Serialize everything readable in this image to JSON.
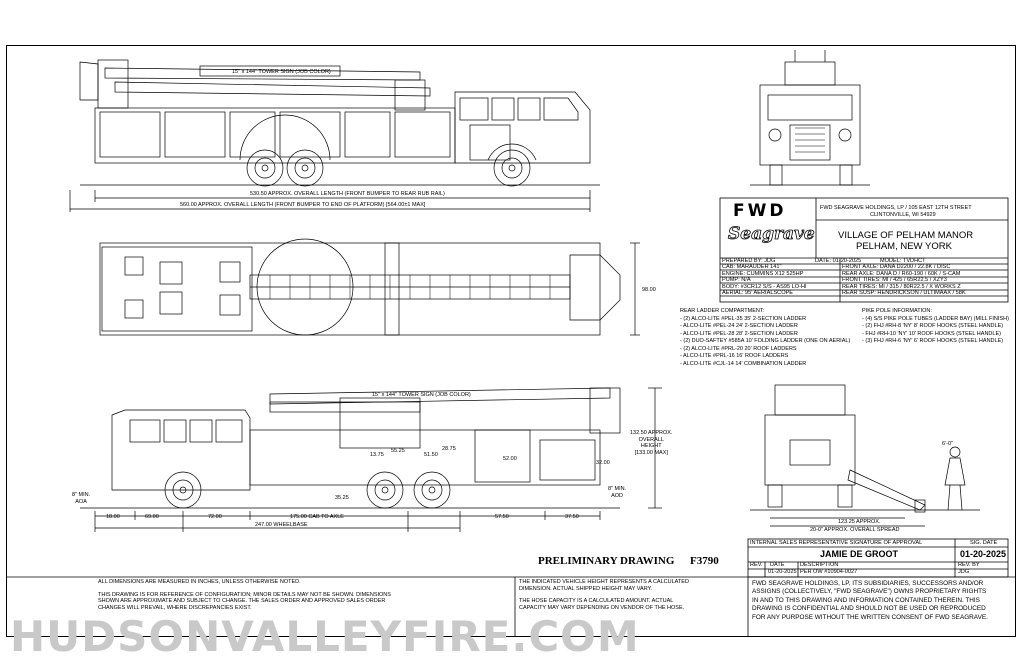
{
  "drawing": {
    "side_top": {
      "tower_sign": "15\" x 144\" TOWER SIGN (JOB COLOR)",
      "dim_1": "530.50 APPROX. OVERALL LENGTH (FRONT BUMPER TO REAR RUB RAIL)",
      "dim_2": "560.00 APPROX. OVERALL LENGTH (FRONT BUMPER TO END OF PLATFORM) [564.00±1 MAX]"
    },
    "plan": {
      "width": "98.00"
    },
    "side_bottom": {
      "tower_sign": "15\" x 144\" TOWER SIGN (JOB COLOR)",
      "height": [
        "132.50 APPROX.",
        "OVERALL",
        "HEIGHT",
        "[133.00 MAX]"
      ],
      "d_1375": "13.75",
      "d_5525": "55.25",
      "d_5150": "51.50",
      "d_2875": "28.75",
      "d_5200": "52.00",
      "d_3200": "32.00",
      "d_3525": "35.25",
      "aoa": [
        "8\" MIN.",
        "AOA"
      ],
      "aod": [
        "8\" MIN.",
        "AOD"
      ],
      "d_1800": "18.00",
      "d_6900": "69.00",
      "d_7200": "72.00",
      "d_cab": "175.00 CAB TO AXLE",
      "d_5750": "57.50",
      "d_3750": "37.50",
      "wheelbase": "247.00 WHEELBASE"
    },
    "rear_view": {
      "d_12325": "123.25 APPROX.",
      "spread": "20-0\" APPROX. OVERALL SPREAD",
      "note": "6'-0\""
    }
  },
  "title_block": {
    "logo_main": "FWD",
    "logo_script": "Seagrave",
    "company": [
      "FWD SEAGRAVE HOLDINGS, LP / 105 EAST 12TH STREET",
      "CLINTONVILLE, WI 54929"
    ],
    "customer": [
      "VILLAGE OF PELHAM MANOR",
      "PELHAM, NEW YORK"
    ],
    "rows": [
      [
        "PREPARED BY: JDG",
        "DATE: 01-20-2025",
        "MODEL: TVDHCT"
      ],
      [
        "CAB: MARAUDER 141\"",
        "FRONT AXLE: DANA D2200 / 22.8K / DISC"
      ],
      [
        "ENGINE: CUMMINS X12 525HP",
        "REAR AXLE: DANA D / R60-190 / 60K / S-CAM"
      ],
      [
        "PUMP: N/A",
        "FRONT TIRES: MI / 425 / 65R22.5 / XZY3"
      ],
      [
        "BODY: #3CR12 S/S - AS95 LO-HI",
        "REAR TIRES: MI / 315 / 80R22.5 / X WORKS Z"
      ],
      [
        "AERIAL: 95' AERIALSCOPE",
        "REAR SUSP: HENDRICKSON / ULTIMAAX / 58K"
      ]
    ]
  },
  "ladders": {
    "title": "REAR LADDER COMPARTMENT:",
    "items": [
      "- (2) ALCO-LITE #PEL-35 35' 2-SECTION LADDER",
      "- ALCO-LITE #PEL-24 24' 2-SECTION LADDER",
      "- ALCO-LITE #PEL-28 28' 2-SECTION LADDER",
      "- (2) DUO-SAFTEY #585A 10' FOLDING LADDER (ONE ON AERIAL)",
      "- (2) ALCO-LITE #PRL-20 20' ROOF LADDERS",
      "- ALCO-LITE #PRL-16 16' ROOF LADDERS",
      "- ALCO-LITE #CJL-14 14' COMBINATION LADDER"
    ]
  },
  "pike": {
    "title": "PIKE POLE INFORMATION:",
    "items": [
      "- (4) S/S PIKE POLE TUBES (LADDER BAY) (MILL FINISH)",
      "- (2) FHJ #RH-8 'NY' 8' ROOF HOOKS (STEEL HANDLE)",
      "- FHJ #RH-10 'NY' 10' ROOF HOOKS (STEEL HANDLE)",
      "- (3) FHJ #RH-6 'NY' 6' ROOF HOOKS (STEEL HANDLE)"
    ]
  },
  "approval": {
    "header_left": "INTERNAL SALES REPRESENTATIVE SIGNATURE OF APPROVAL",
    "header_right": "SIG. DATE",
    "name": "JAMIE DE GROOT",
    "sig_date": "01-20-2025",
    "rev_labels": [
      "REV.",
      "DATE",
      "DESCRIPTION",
      "REV. BY"
    ],
    "rev_row": [
      "",
      "01-20-2025",
      "PER OW #10904-0027",
      "JDG"
    ]
  },
  "preliminary": "PRELIMINARY DRAWING",
  "drawing_no": "F3790",
  "notes_left": [
    "ALL DIMENSIONS ARE MEASURED IN INCHES, UNLESS OTHERWISE NOTED.",
    "",
    "THIS DRAWING IS FOR REFERENCE OF CONFIGURATION; MINOR DETAILS MAY NOT BE SHOWN.  DIMENSIONS",
    "SHOWN ARE APPROXIMATE AND SUBJECT TO CHANGE.  THE SALES ORDER AND APPROVED SALES ORDER",
    "CHANGES WILL PREVAIL, WHERE DISCREPANCIES EXIST."
  ],
  "notes_mid": [
    "THE INDICATED VEHICLE HEIGHT REPRESENTS A CALCULATED",
    "DIMENSION.  ACTUAL SHIPPED HEIGHT MAY VARY.",
    "",
    "THE HOSE CAPACITY IS A CALCULATED AMOUNT.  ACTUAL",
    "CAPACITY MAY VARY DEPENDING ON  VENDOR OF THE HOSE."
  ],
  "proprietary": [
    "FWD SEAGRAVE HOLDINGS, LP, ITS SUBSIDIARIES, SUCCESSORS AND/OR",
    "ASSIGNS (COLLECTIVELY, \"FWD SEAGRAVE\") OWNS PROPRIETARY RIGHTS",
    "IN AND TO THIS DRAWING AND INFORMATION CONTAINED THEREIN. THIS",
    "DRAWING IS CONFIDENTIAL AND SHOULD NOT BE USED OR REPRODUCED",
    "FOR ANY PURPOSE WITHOUT THE WRITTEN CONSENT OF  FWD SEAGRAVE."
  ],
  "watermark": "HUDSONVALLEYFIRE.COM"
}
